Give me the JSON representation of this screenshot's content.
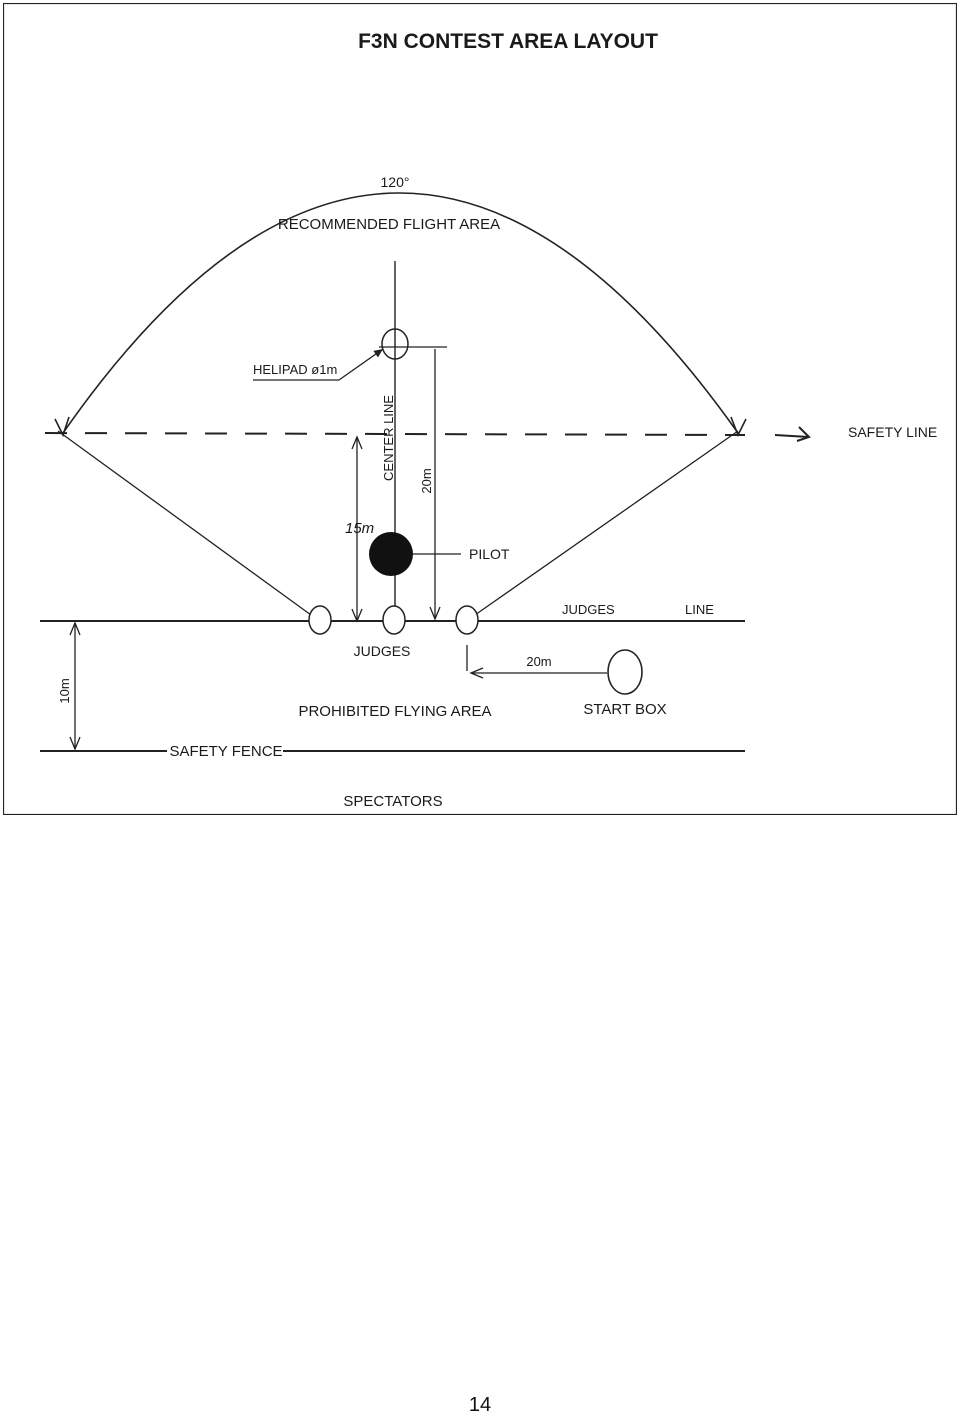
{
  "diagram": {
    "title": "F3N CONTEST AREA LAYOUT",
    "labels": {
      "angle": "120°",
      "flight_area": "RECOMMENDED FLIGHT AREA",
      "helipad": "HELIPAD ø1m",
      "safety_line": "SAFETY LINE",
      "center_line": "CENTER LINE",
      "dist_helipad": "20m",
      "dist_pilot": "15m",
      "pilot": "PILOT",
      "judges_line_a": "JUDGES",
      "judges_line_b": "LINE",
      "judges": "JUDGES",
      "dist_start_box": "20m",
      "start_box": "START BOX",
      "dist_fence": "10m",
      "prohibited_area": "PROHIBITED FLYING AREA",
      "safety_fence": "SAFETY FENCE",
      "spectators": "SPECTATORS"
    }
  },
  "page": {
    "number": "14"
  }
}
